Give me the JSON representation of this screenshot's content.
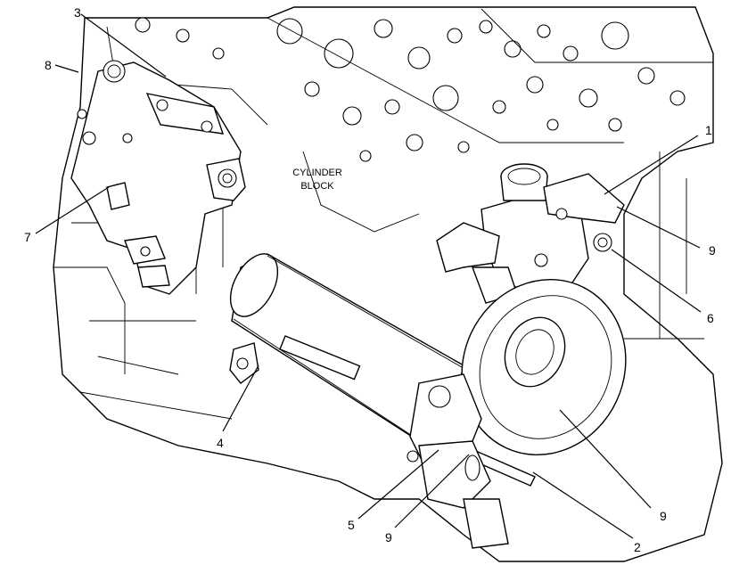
{
  "block_label_line1": "CYLINDER",
  "block_label_line2": "BLOCK",
  "callouts": {
    "c1": "1",
    "c2": "2",
    "c3": "3",
    "c4": "4",
    "c5": "5",
    "c6": "6",
    "c7": "7",
    "c8": "8",
    "c9a": "9",
    "c9b": "9",
    "c9c": "9"
  }
}
